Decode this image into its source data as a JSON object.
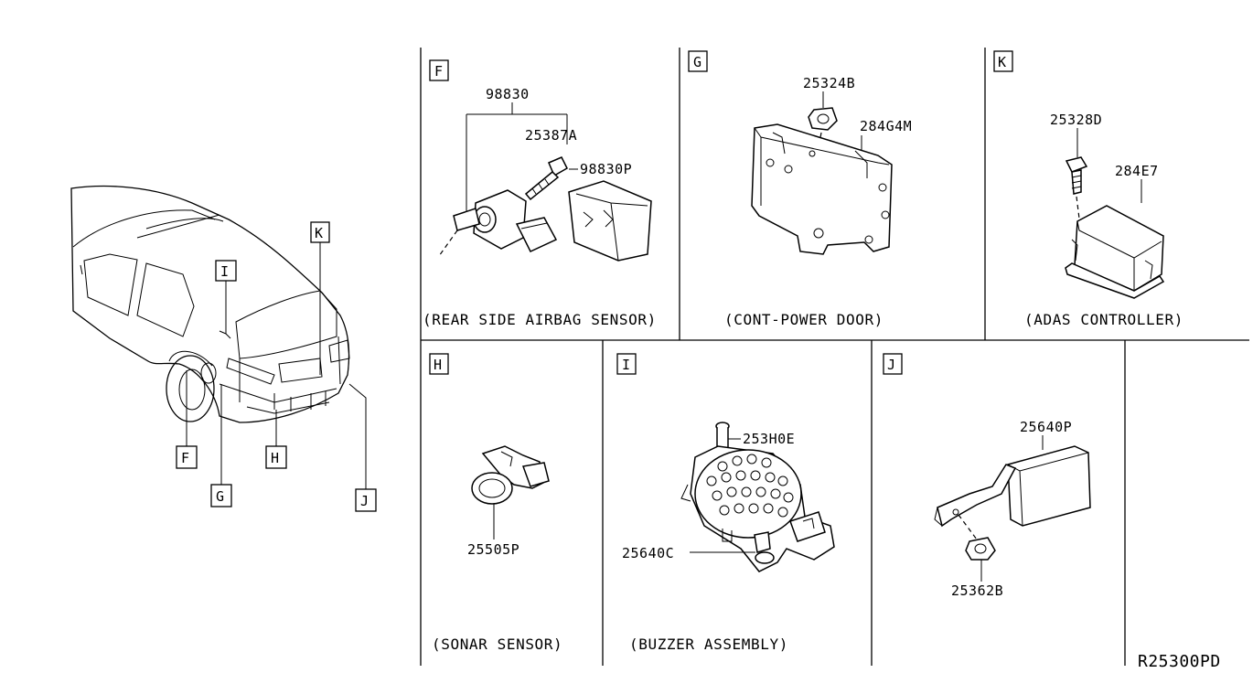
{
  "diagram": {
    "reference_code": "R25300PD",
    "vehicle_callouts": [
      "K",
      "I",
      "F",
      "G",
      "H",
      "J"
    ],
    "panels": [
      {
        "id": "F",
        "caption": "(REAR SIDE AIRBAG SENSOR)",
        "parts": [
          "98830",
          "25387A",
          "98830P"
        ]
      },
      {
        "id": "G",
        "caption": "(CONT-POWER DOOR)",
        "parts": [
          "25324B",
          "284G4M"
        ]
      },
      {
        "id": "K",
        "caption": "(ADAS CONTROLLER)",
        "parts": [
          "25328D",
          "284E7"
        ]
      },
      {
        "id": "H",
        "caption": "(SONAR SENSOR)",
        "parts": [
          "25505P"
        ]
      },
      {
        "id": "I",
        "caption": "(BUZZER ASSEMBLY)",
        "parts": [
          "253H0E",
          "25640C"
        ]
      },
      {
        "id": "J",
        "caption": "",
        "parts": [
          "25640P",
          "25362B"
        ]
      }
    ]
  }
}
